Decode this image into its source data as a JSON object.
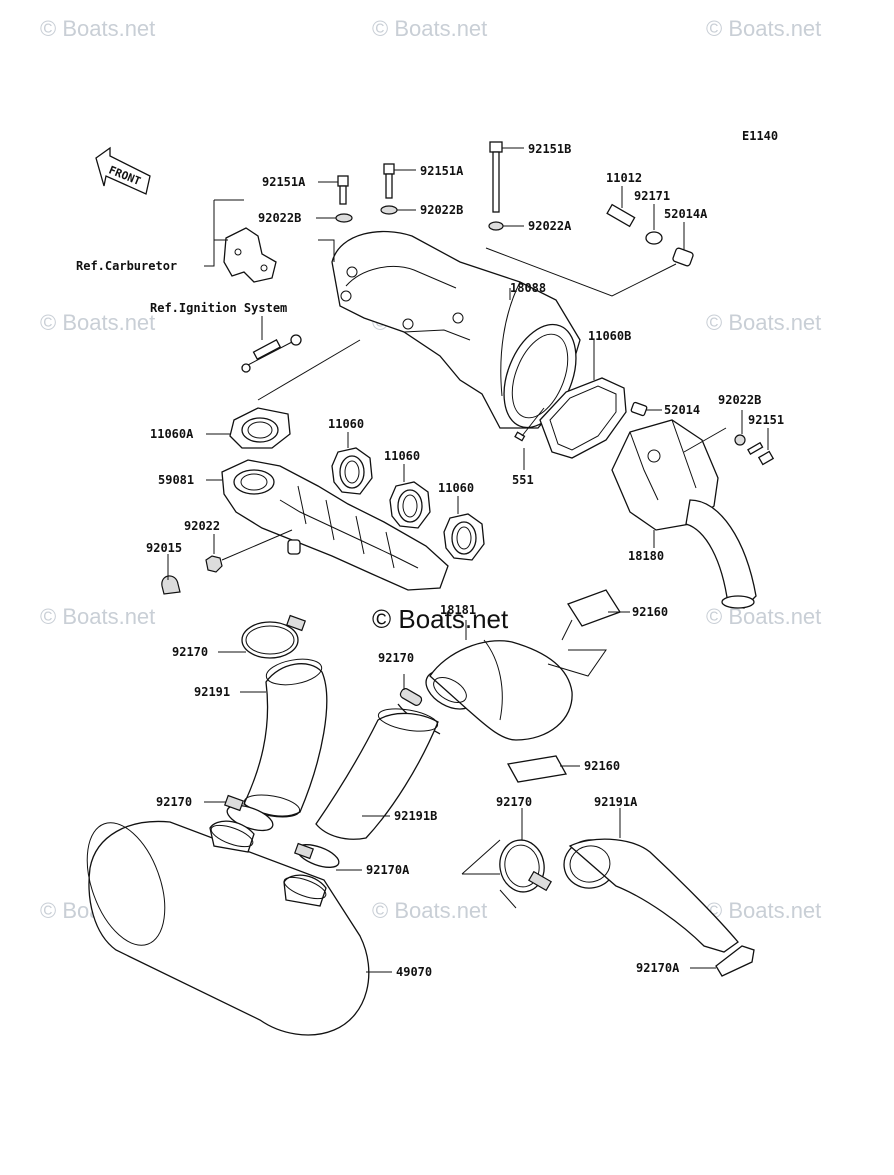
{
  "diagram": {
    "code": "E1140",
    "front_label": "FRONT",
    "watermark": "© Boats.net",
    "references": {
      "carburetor": "Ref.Carburetor",
      "ignition": "Ref.Ignition System"
    },
    "labels": {
      "p92151B": "92151B",
      "p92151A_1": "92151A",
      "p92151A_2": "92151A",
      "p92022B_1": "92022B",
      "p92022B_2": "92022B",
      "p92022A": "92022A",
      "p11012": "11012",
      "p92171": "92171",
      "p52014A": "52014A",
      "p18088": "18088",
      "p11060B": "11060B",
      "p52014": "52014",
      "p92022B_3": "92022B",
      "p92151": "92151",
      "p551": "551",
      "p18180": "18180",
      "p11060A": "11060A",
      "p11060_1": "11060",
      "p11060_2": "11060",
      "p11060_3": "11060",
      "p59081": "59081",
      "p92022": "92022",
      "p92015": "92015",
      "p18181": "18181",
      "p92160_1": "92160",
      "p92160_2": "92160",
      "p92170_1": "92170",
      "p92170_2": "92170",
      "p92170_3": "92170",
      "p92170_4": "92170",
      "p92191": "92191",
      "p92191B": "92191B",
      "p92191A": "92191A",
      "p92170A_1": "92170A",
      "p92170A_2": "92170A",
      "p49070": "49070"
    }
  }
}
